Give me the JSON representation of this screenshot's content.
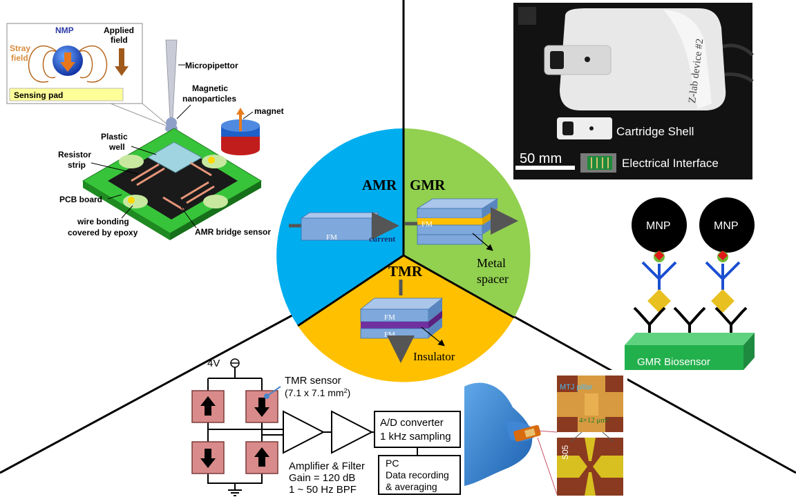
{
  "center": {
    "amr_label": "AMR",
    "gmr_label": "GMR",
    "tmr_label": "TMR",
    "fm_label": "FM",
    "current_label": "current",
    "metal_label": "Metal",
    "spacer_label": "spacer",
    "insulator_label": "Insulator",
    "colors": {
      "amr": "#00aeef",
      "gmr": "#92d050",
      "tmr": "#ffc000",
      "fm": "#7fa9dc"
    }
  },
  "amr_panel": {
    "nmp": "NMP",
    "applied": "Applied",
    "field": "field",
    "stray": "Stray",
    "stray_field": "field",
    "sensing_pad": "Sensing pad",
    "micropipettor": "Micropipettor",
    "magnetic": "Magnetic",
    "nanoparticles": "nanoparticles",
    "magnet": "magnet",
    "plastic": "Plastic",
    "well": "well",
    "resistor": "Resistor",
    "strip": "strip",
    "pcb_board": "PCB board",
    "wire_bonding": "wire bonding",
    "covered_by_epoxy": "covered by epoxy",
    "amr_bridge_sensor": "AMR bridge sensor"
  },
  "gmr_panel": {
    "device_label": "Z-lab device #2",
    "cartridge_shell": "Cartridge Shell",
    "scale_bar": "50 mm",
    "electrical_interface": "Electrical Interface",
    "mnp_1": "MNP",
    "mnp_2": "MNP",
    "biosensor": "GMR Biosensor"
  },
  "tmr_panel": {
    "voltage": "4V",
    "sensor_title": "TMR sensor",
    "sensor_size_prefix": "(7.1 x 7.1 mm",
    "sensor_size_sup": "2",
    "sensor_size_suffix": ")",
    "adc_line1": "A/D converter",
    "adc_line2": "1 kHz sampling",
    "amp_line1": "Amplifier & Filter",
    "amp_line2": "Gain = 120 dB",
    "amp_line3": "1 ~ 50 Hz BPF",
    "pc_line1": "PC",
    "pc_line2": "Data recording",
    "pc_line3": "& averaging",
    "mtj_pillar": "MTJ pillar",
    "pillar_size": "4×12 μm²",
    "chip_label": "S05"
  }
}
